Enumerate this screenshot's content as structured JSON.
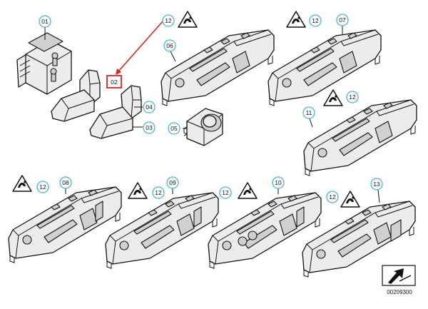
{
  "diagram": {
    "accent_color": "#e02020",
    "callout_color": "#4ab4dc",
    "callouts": {
      "c01": "01",
      "c02": "02",
      "c03": "03",
      "c04": "04",
      "c05": "05",
      "c06": "06",
      "c07": "07",
      "c08": "08",
      "c09": "09",
      "c10": "10",
      "c11": "11",
      "c12": "12",
      "c13": "13"
    },
    "warning_icon": "airbag-warning-icon",
    "footer": {
      "drawing_number": "00209300",
      "icon": "direction-arrow-icon"
    }
  }
}
